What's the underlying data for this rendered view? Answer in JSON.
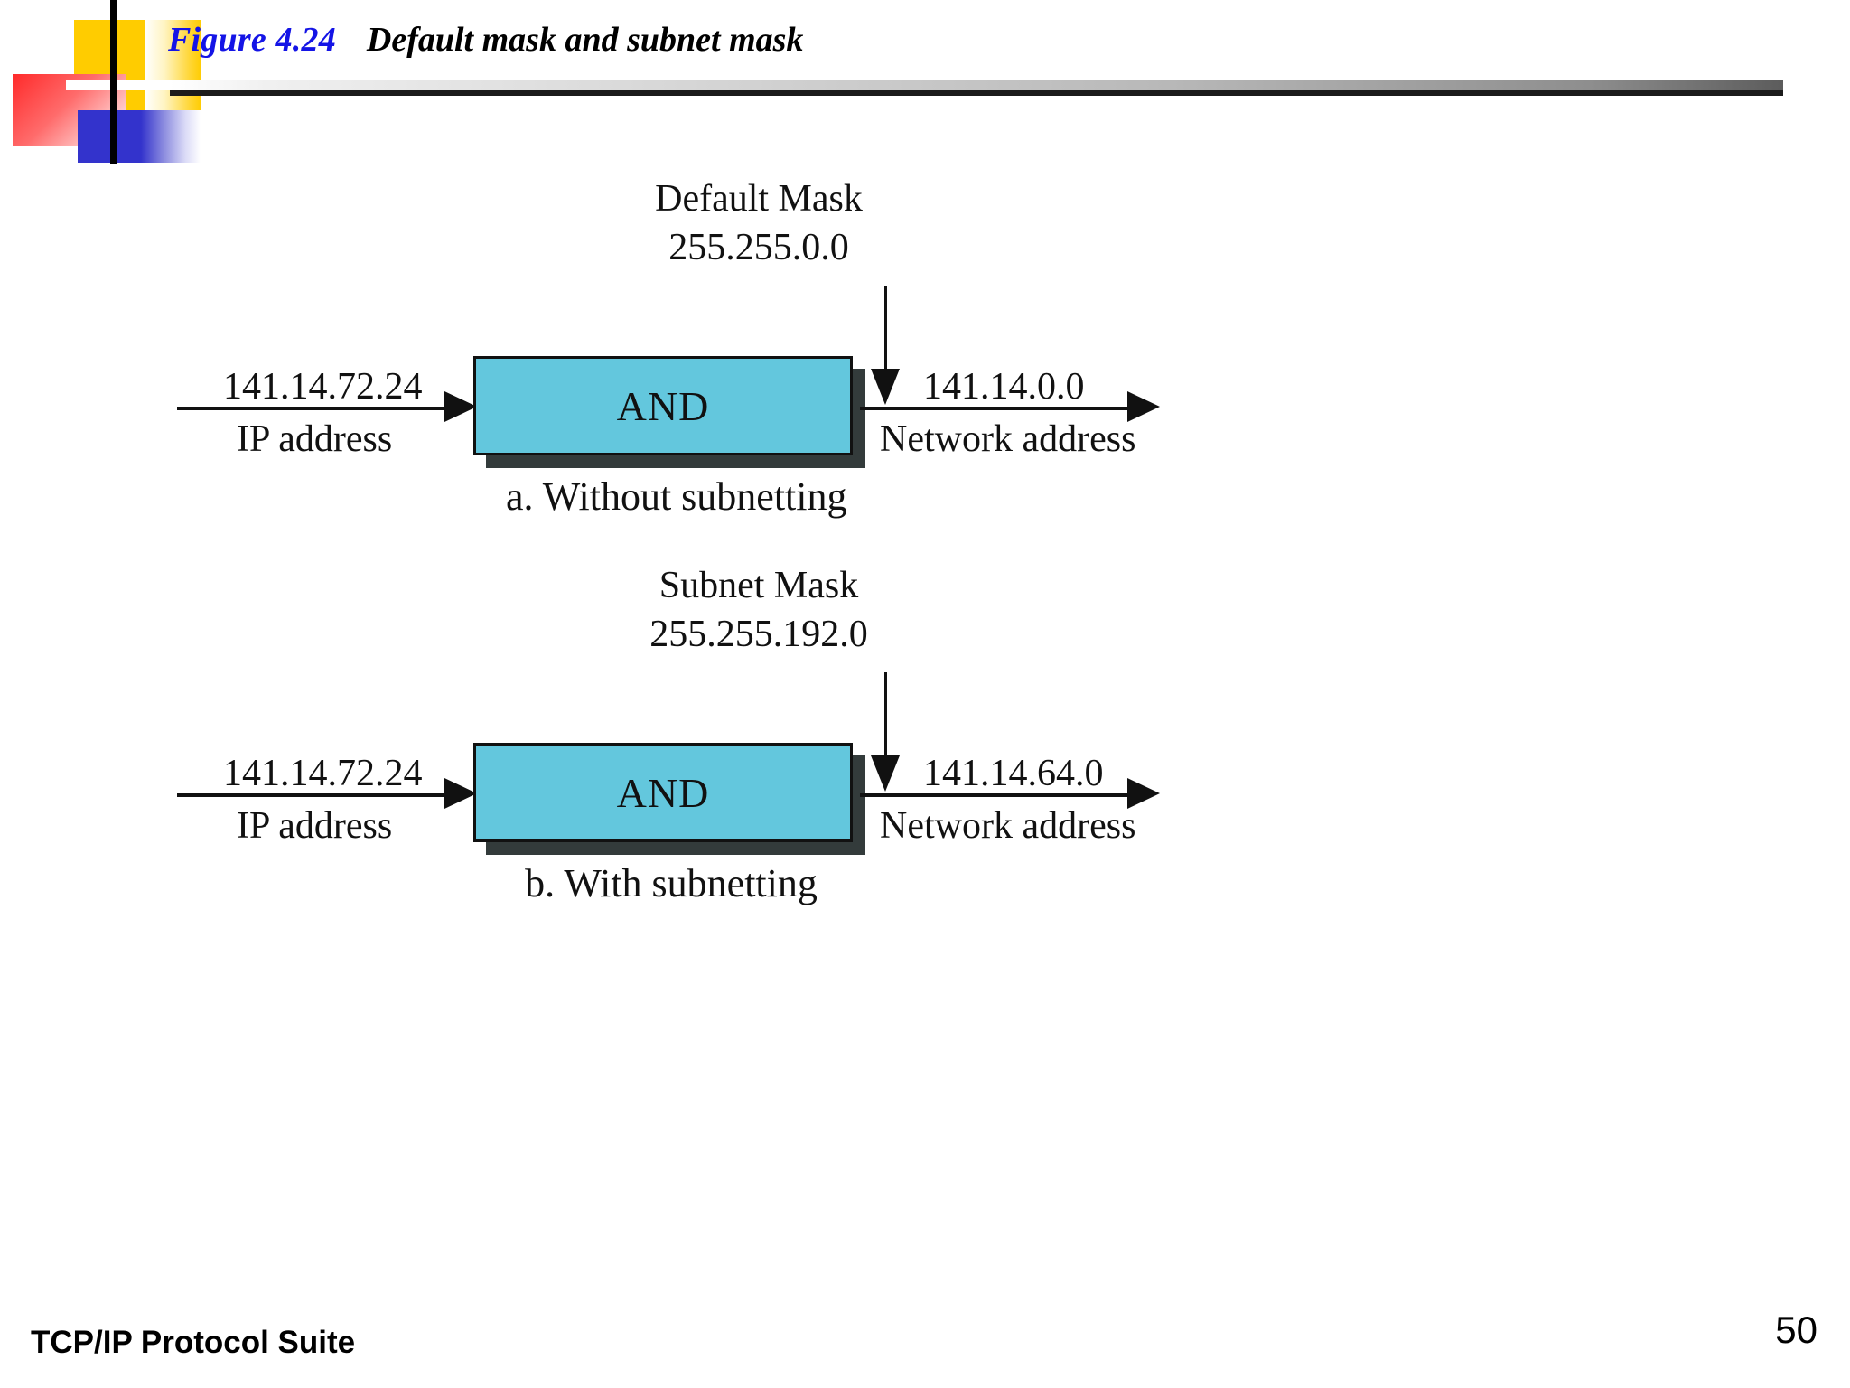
{
  "header": {
    "figure_label": "Figure 4.24",
    "figure_title": "Default mask and subnet mask"
  },
  "diagrams": [
    {
      "id": "without-subnetting",
      "mask_name": "Default Mask",
      "mask_value": "255.255.0.0",
      "operation": "AND",
      "input_value": "141.14.72.24",
      "input_label": "IP address",
      "output_value": "141.14.0.0",
      "output_label": "Network address",
      "caption": "a. Without subnetting"
    },
    {
      "id": "with-subnetting",
      "mask_name": "Subnet Mask",
      "mask_value": "255.255.192.0",
      "operation": "AND",
      "input_value": "141.14.72.24",
      "input_label": "IP address",
      "output_value": "141.14.64.0",
      "output_label": "Network address",
      "caption": "b. With subnetting"
    }
  ],
  "footer": {
    "book_title": "TCP/IP Protocol Suite",
    "page_number": "50"
  },
  "colors": {
    "figure_label": "#1414E6",
    "box_fill": "#63C7DD",
    "box_border": "#111111",
    "box_shadow": "#333b3b",
    "logo_yellow": "#FFCC00",
    "logo_blue": "#3333CC",
    "logo_red": "#FF2A2A"
  }
}
